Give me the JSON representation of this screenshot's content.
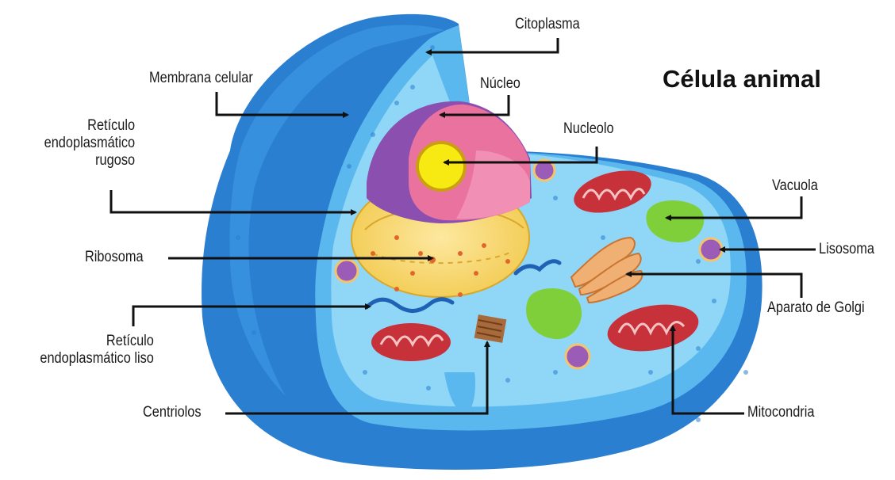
{
  "title": "Célula animal",
  "labels": {
    "citoplasma": "Citoplasma",
    "membrana": "Membrana celular",
    "nucleo": "Núcleo",
    "nucleolo": "Nucleolo",
    "reticulo_rugoso": "Retículo\nendoplasmático\nrugoso",
    "vacuola": "Vacuola",
    "lisosoma": "Lisosoma",
    "ribosoma": "Ribosoma",
    "golgi": "Aparato de Golgi",
    "reticulo_liso": "Retículo\nendoplasmático liso",
    "centriolos": "Centriolos",
    "mitocondria": "Mitocondria"
  },
  "colors": {
    "membrane_outer": "#2a7fd1",
    "membrane_inner": "#5ab8ee",
    "cytoplasm": "#8fd6f7",
    "nucleus_envelope": "#f2c94c",
    "nucleus_interior": "#e9729e",
    "nucleus_shell": "#8b4fb0",
    "nucleolus": "#f7ea12",
    "mitochondria": "#c6313a",
    "vacuole": "#7fcf3a",
    "lysosome": "#9a5cb6",
    "golgi": "#f0b074",
    "er": "#1f62b5"
  }
}
